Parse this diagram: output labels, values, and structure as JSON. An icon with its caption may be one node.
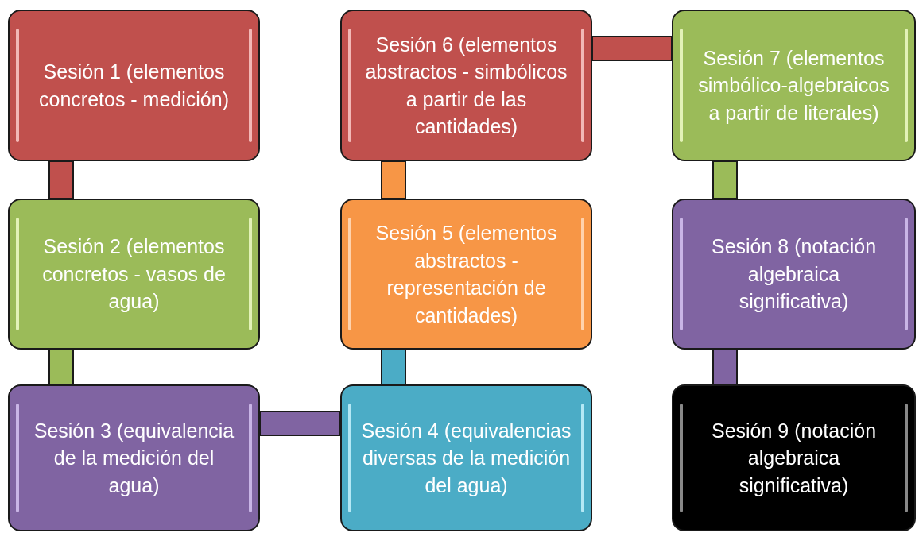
{
  "diagram": {
    "nodes": [
      {
        "text": [
          "Sesión 1 (elementos concretos - medición)"
        ]
      },
      {
        "text": [
          "Sesión 2 (elementos concretos - vasos de agua)"
        ]
      },
      {
        "text": [
          "Sesión 3 (equivalencia de la medición del agua)"
        ]
      },
      {
        "text": [
          "Sesión 4 (equivalencias diversas de la medición del agua)"
        ]
      },
      {
        "text": [
          "Sesión 5 (elementos abstractos - representación de cantidades)"
        ]
      },
      {
        "text": [
          "Sesión 6 (elementos abstractos - simbólicos a partir de las cantidades)"
        ]
      },
      {
        "text": [
          "Sesión 7 (elementos simbólico-algebraicos a partir de literales)"
        ]
      },
      {
        "text": [
          "Sesión 8 (notación algebraica significativa)"
        ]
      },
      {
        "text": [
          "Sesión 9 (notación algebraica significativa)"
        ]
      }
    ],
    "edges": [
      {
        "from": 0,
        "to": 1,
        "arrow": "none",
        "style": "thick",
        "color": "#c0504d"
      },
      {
        "from": 1,
        "to": 2,
        "arrow": "none",
        "style": "thick",
        "color": "#9bbb59"
      },
      {
        "from": 2,
        "to": 3,
        "arrow": "none",
        "style": "thick",
        "color": "#8064a2"
      },
      {
        "from": 3,
        "to": 4,
        "arrow": "none",
        "style": "thick",
        "color": "#4bacc6"
      },
      {
        "from": 4,
        "to": 5,
        "arrow": "none",
        "style": "thick",
        "color": "#f79646"
      },
      {
        "from": 5,
        "to": 6,
        "arrow": "none",
        "style": "thick",
        "color": "#c0504d"
      },
      {
        "from": 6,
        "to": 7,
        "arrow": "none",
        "style": "thick",
        "color": "#9bbb59"
      },
      {
        "from": 7,
        "to": 8,
        "arrow": "none",
        "style": "thick",
        "color": "#8064a2"
      }
    ]
  }
}
